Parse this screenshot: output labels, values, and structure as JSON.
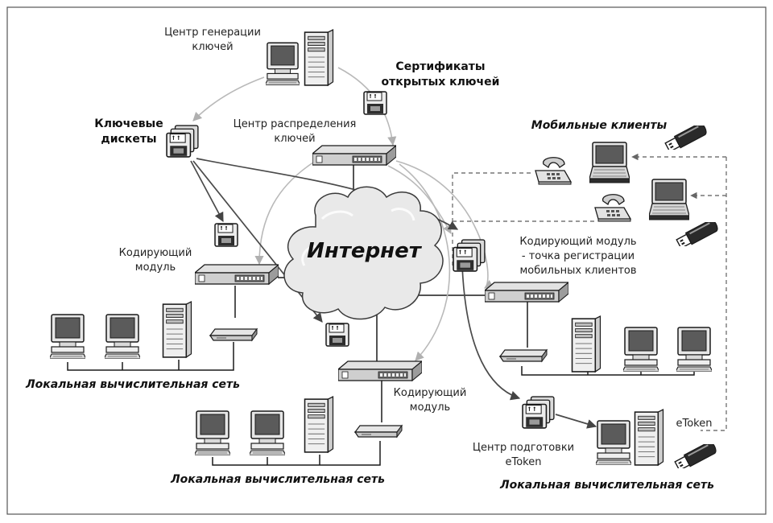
{
  "labels": {
    "key_gen_center_1": "Центр генерации",
    "key_gen_center_2": "ключей",
    "certificates_1": "Сертификаты",
    "certificates_2": "открытых ключей",
    "key_disks_1": "Ключевые",
    "key_disks_2": "дискеты",
    "distribution_center_1": "Центр распределения",
    "distribution_center_2": "ключей",
    "mobile_clients": "Мобильные клиенты",
    "internet": "Интернет",
    "encoder_left_1": "Кодирующий",
    "encoder_left_2": "модуль",
    "encoder_right_1": "Кодирующий модуль",
    "encoder_right_2": "- точка регистрации",
    "encoder_right_3": "мобильных клиентов",
    "encoder_bottom_1": "Кодирующий",
    "encoder_bottom_2": "модуль",
    "lan_left": "Локальная вычислительная сеть",
    "lan_bottom": "Локальная вычислительная сеть",
    "lan_right": "Локальная вычислительная сеть",
    "etoken_center_1": "Центр подготовки",
    "etoken_center_2": "eToken",
    "etoken": "eToken"
  },
  "icons": {
    "computer": "desktop-computer-icon",
    "server": "tower-server-icon",
    "router": "network-router-icon",
    "modem": "modem-icon",
    "diskette": "key-diskette-icon",
    "laptop": "laptop-icon",
    "phone": "telephone-icon",
    "usb_token": "usb-etoken-icon",
    "cloud": "internet-cloud-icon"
  },
  "colors": {
    "outline": "#1a1a1a",
    "gray_arrow": "#b9b9b9",
    "dark_arrow": "#4a4a4a",
    "cloud_fill": "#e9e9e9"
  }
}
